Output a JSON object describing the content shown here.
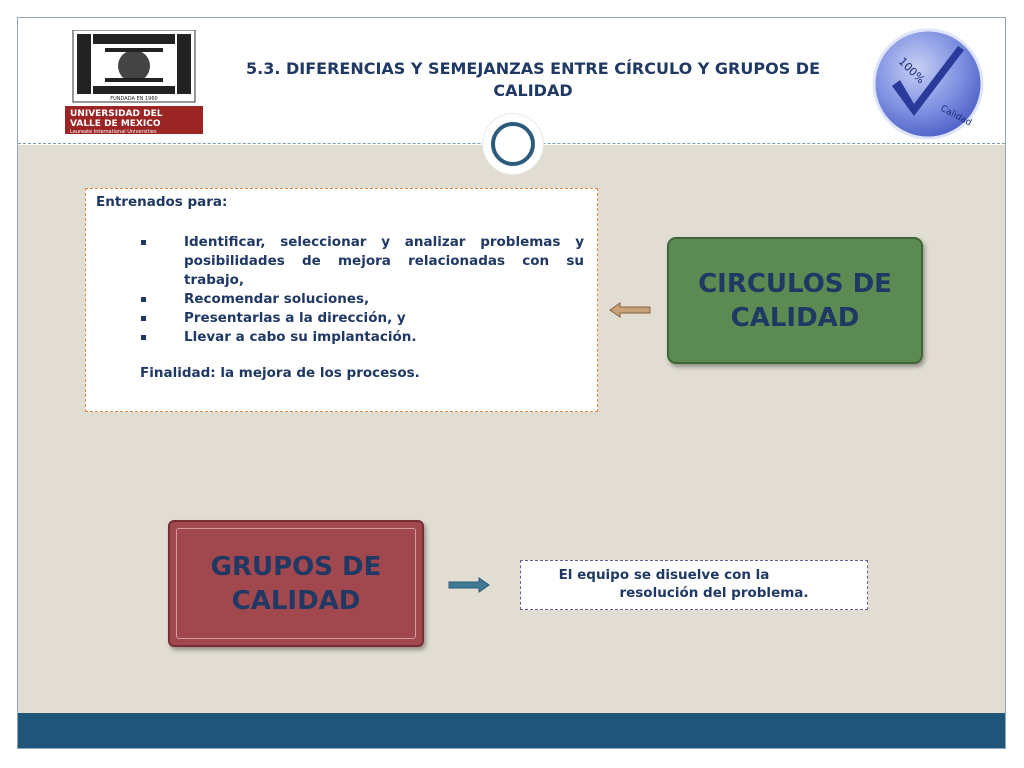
{
  "header": {
    "title": "5.3. DIFERENCIAS Y SEMEJANZAS ENTRE CÍRCULO Y GRUPOS DE CALIDAD",
    "logo_text": [
      "UNIVERSIDAD DEL",
      "VALLE DE MEXICO",
      "Laureate International Universities"
    ],
    "badge_text": "100% Calidad"
  },
  "textbox": {
    "heading": "Entrenados para:",
    "items": [
      "Identificar, seleccionar y analizar problemas y posibilidades de mejora relacionadas con su trabajo,",
      "Recomendar soluciones,",
      "Presentarlas a la dirección, y",
      "Llevar a cabo su implantación."
    ],
    "final": "Finalidad: la mejora de los procesos."
  },
  "circulos": {
    "label": "CIRCULOS DE CALIDAD"
  },
  "grupos": {
    "label": "GRUPOS DE CALIDAD"
  },
  "result": {
    "line1": "El equipo se disuelve con la",
    "line2": "resolución del problema."
  },
  "colors": {
    "title": "#1f3864",
    "green_box": "#5b8a52",
    "red_box": "#a1484f",
    "footer": "#1f5578",
    "content_bg": "#e1ddd3",
    "arrow_left": "#c9a27a",
    "arrow_right": "#3f7a96"
  },
  "icons": [
    "university-logo",
    "quality-badge-icon",
    "circle-ornament-icon",
    "arrow-left-icon",
    "arrow-right-icon"
  ]
}
